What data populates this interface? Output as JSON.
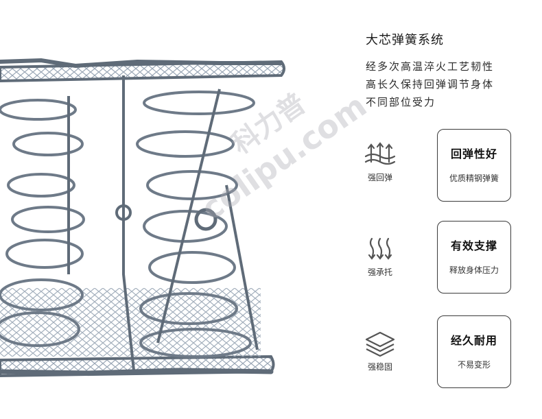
{
  "product": {
    "title": "大芯弹簧系统",
    "description_lines": [
      "经多次高温淬火工艺韧性",
      "高长久保持回弹调节身体",
      "不同部位受力"
    ]
  },
  "features": [
    {
      "icon": "upward-arrows-wave-icon",
      "icon_label": "强回弹",
      "card_title": "回弹性好",
      "card_sub": "优质精钢弹簧"
    },
    {
      "icon": "downward-arrows-icon",
      "icon_label": "强承托",
      "card_title": "有效支撑",
      "card_sub": "释放身体压力"
    },
    {
      "icon": "stacked-layers-icon",
      "icon_label": "强稳固",
      "card_title": "经久耐用",
      "card_sub": "不易变形"
    }
  ],
  "watermark": {
    "cn": "科力普",
    "en": "colipu.com"
  },
  "colors": {
    "spring": "#6e7a88",
    "mesh": "#9aa7b6",
    "text": "#222222",
    "border": "#3a3a3a"
  }
}
